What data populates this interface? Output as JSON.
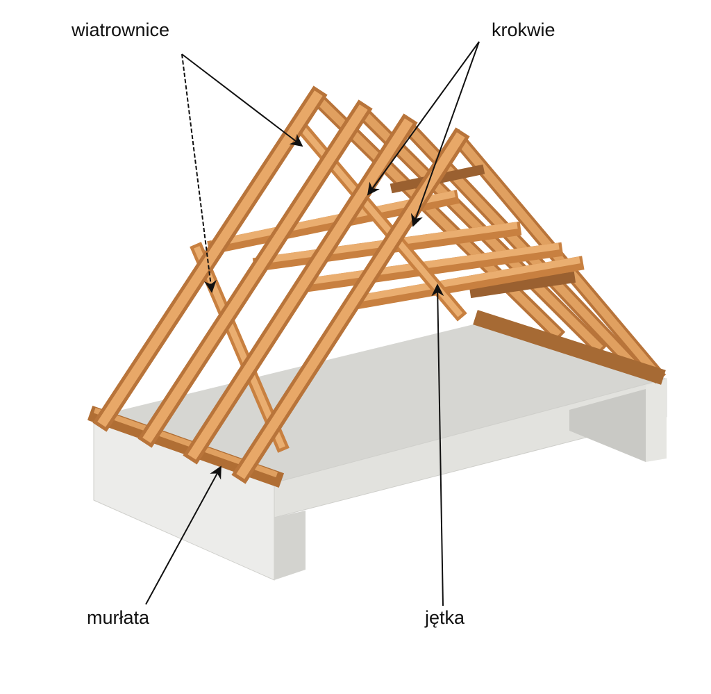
{
  "labels": {
    "wind_braces": "wiatrownice",
    "rafters": "krokwie",
    "wall_plate": "murłata",
    "collar_beam": "jętka"
  },
  "colors": {
    "wood_light": "#e8a868",
    "wood_dark": "#c47a3c",
    "wood_shadow": "#9a6030",
    "slab_top": "#d8d8d4",
    "slab_side": "#ebebe7",
    "arrow": "#111111"
  }
}
